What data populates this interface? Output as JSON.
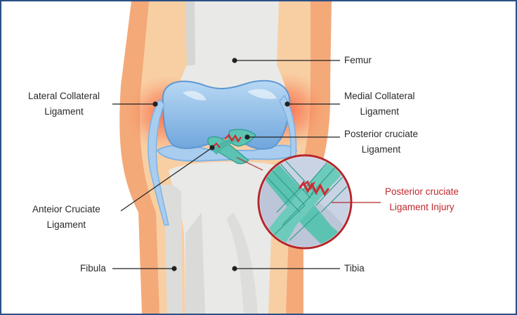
{
  "labels": {
    "femur": "Femur",
    "lcl_line1": "Lateral Collateral",
    "lcl_line2": "Ligament",
    "mcl_line1": "Medial Collateral",
    "mcl_line2": "Ligament",
    "pcl_line1": "Posterior cruciate",
    "pcl_line2": "Ligament",
    "acl_line1": "Anteior Cruciate",
    "acl_line2": "Ligament",
    "injury_line1": "Posterior cruciate",
    "injury_line2": "Ligament Injury",
    "fibula": "Fibula",
    "tibia": "Tibia"
  },
  "colors": {
    "frame_border": "#2c4f86",
    "skin_outer": "#f4a979",
    "skin_inner": "#f8cfa3",
    "bone": "#e9e9e7",
    "bone_shadow": "#d6d6d4",
    "cartilage": "#7fb2e3",
    "cartilage_light": "#a9cdef",
    "ligament": "#5cc3b3",
    "ligament_dark": "#2f9a8c",
    "injury_red": "#d3272c",
    "inflammation": "#f26a4a",
    "leader_line": "#222222",
    "injury_text": "#c0282d"
  }
}
